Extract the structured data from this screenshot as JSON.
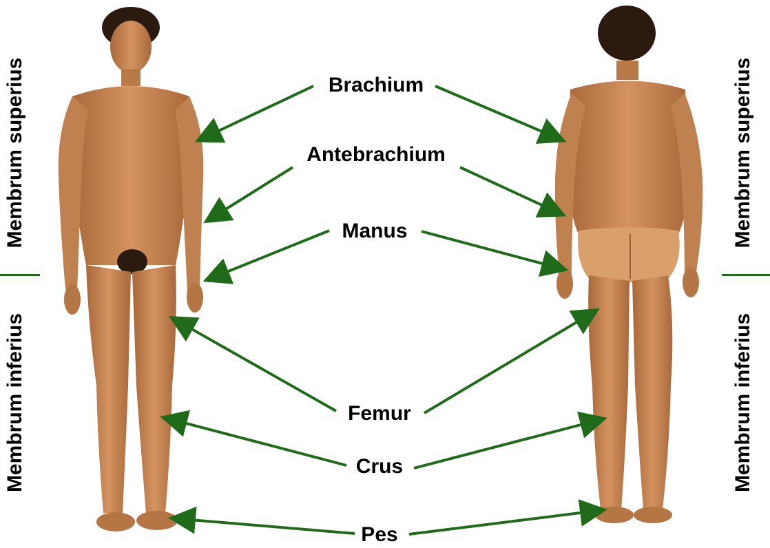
{
  "colors": {
    "arrow": "#1f6b1a",
    "skin": "#c98a55",
    "skin_shadow": "#9c5f33",
    "hair": "#2a1a10",
    "background": "#ffffff"
  },
  "figures": {
    "front_view": "anterior human figure",
    "back_view": "posterior human figure"
  },
  "regions": {
    "left_top": "Membrum superius",
    "left_bottom": "Membrum inferius",
    "right_top": "Membrum superius",
    "right_bottom": "Membrum inferius"
  },
  "labels": {
    "brachium": "Brachium",
    "antebrachium": "Antebrachium",
    "manus": "Manus",
    "femur": "Femur",
    "crus": "Crus",
    "pes": "Pes"
  }
}
